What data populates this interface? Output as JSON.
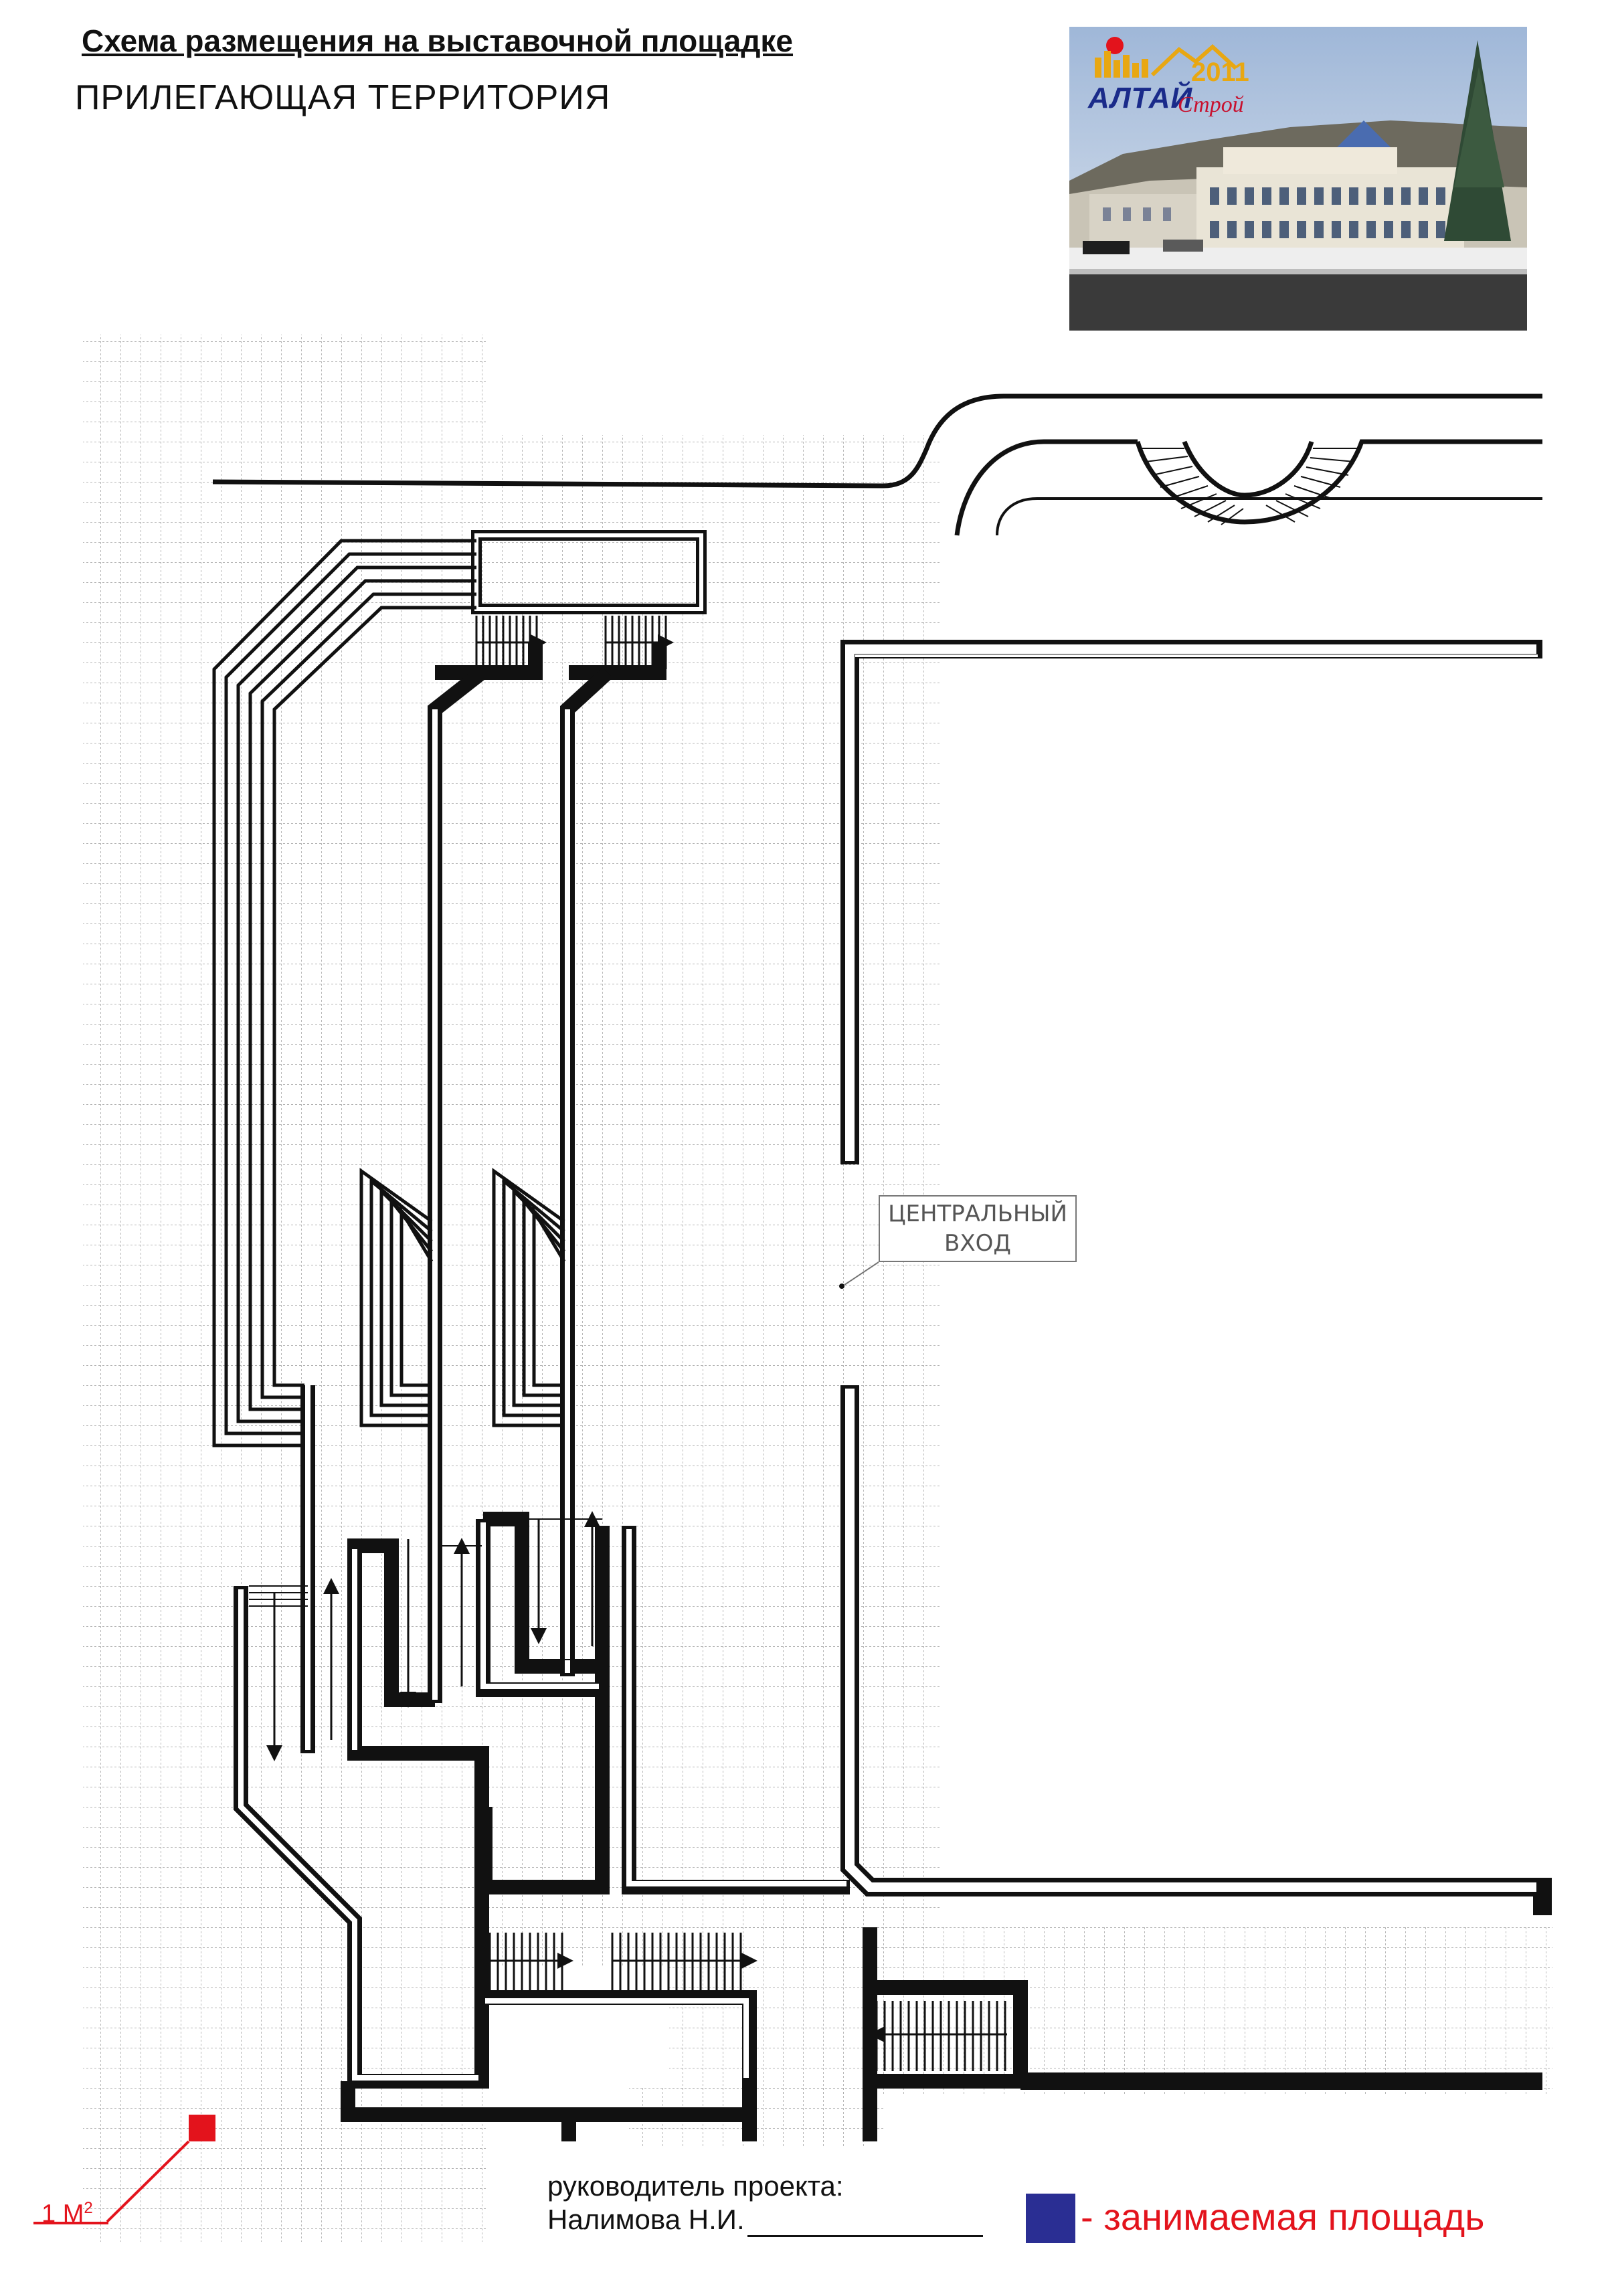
{
  "header": {
    "title": "Схема размещения на выставочной площадке",
    "subtitle": "ПРИЛЕГАЮЩАЯ ТЕРРИТОРИЯ"
  },
  "logo": {
    "name": "АЛТАЙ",
    "year": "2011",
    "sub": "Строй"
  },
  "plan": {
    "entrance_label_line1": "ЦЕНТРАЛЬНЫЙ",
    "entrance_label_line2": "ВХОД"
  },
  "scale": {
    "label": "1 М",
    "superscript": "2"
  },
  "footer": {
    "manager_label": "руководитель проекта:",
    "manager_name": "Налимова Н.И."
  },
  "legend": {
    "occupied_label": "- занимаемая площадь",
    "occupied_color": "#2a2e93",
    "label_color": "#e3131c"
  }
}
